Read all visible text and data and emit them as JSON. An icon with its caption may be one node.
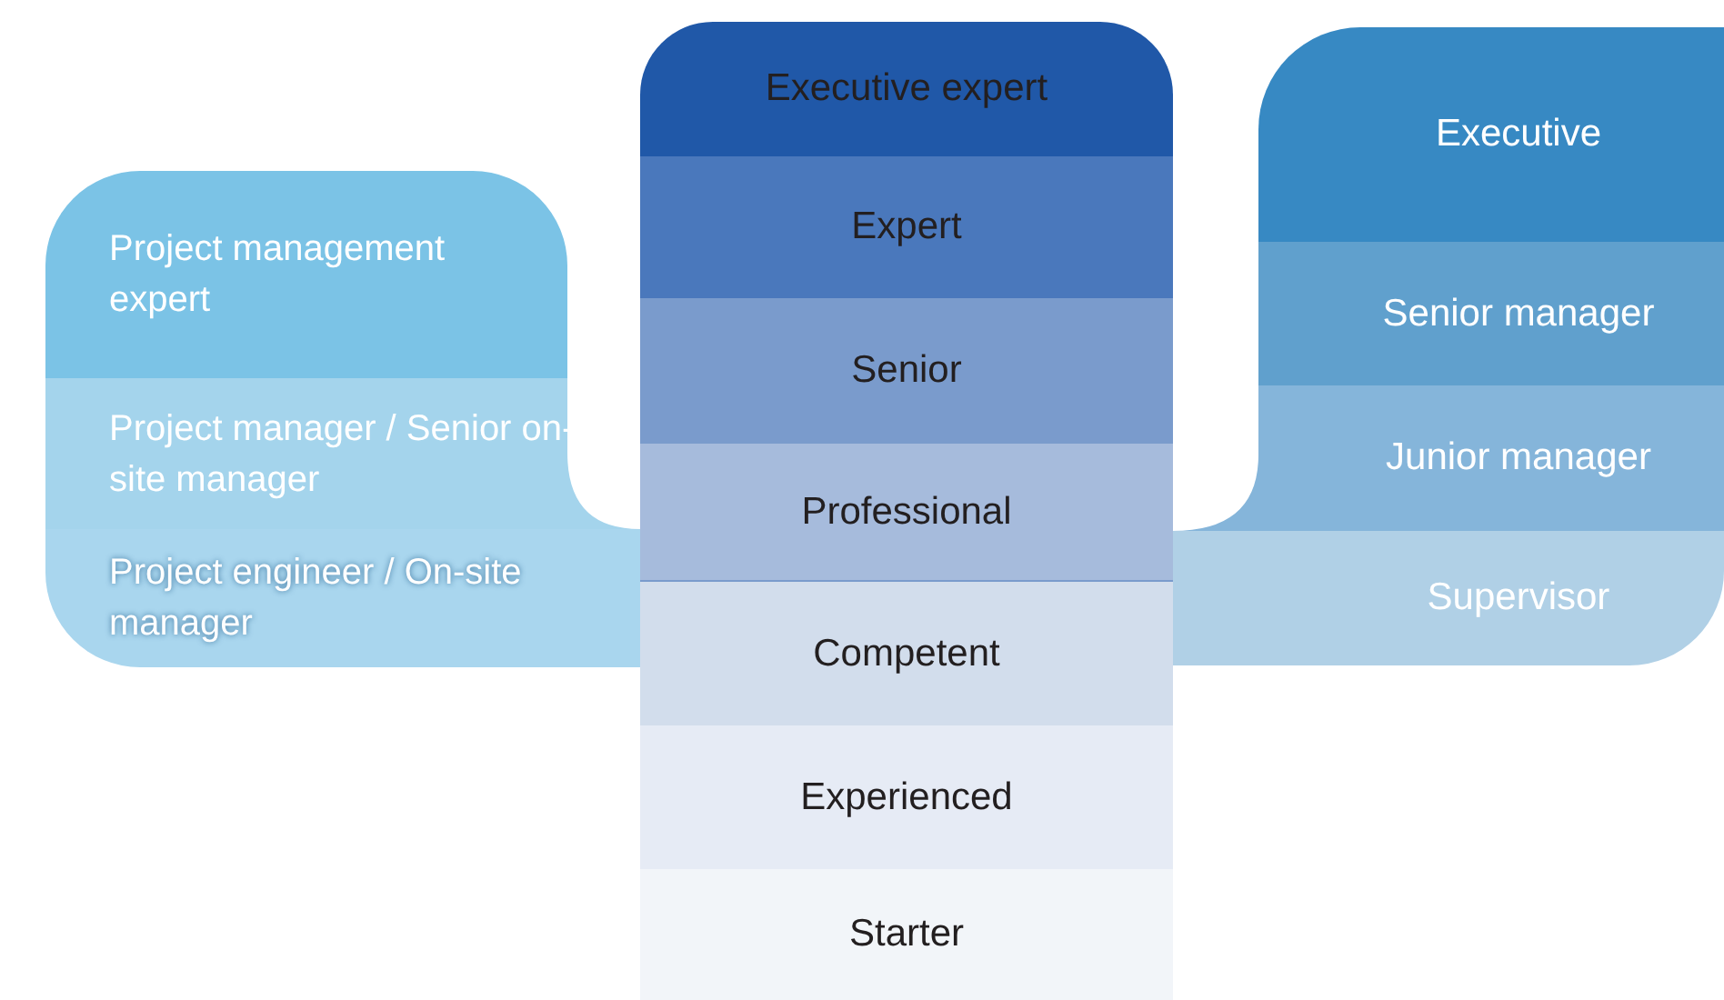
{
  "diagram": {
    "nodes": [
      {
        "text": [
          "Project management expert"
        ]
      },
      {
        "text": [
          "Project manager / Senior on-site manager"
        ]
      },
      {
        "text": [
          "Project engineer / On-site manager"
        ]
      },
      {
        "text": [
          "Executive expert"
        ]
      },
      {
        "text": [
          "Expert"
        ]
      },
      {
        "text": [
          "Senior"
        ]
      },
      {
        "text": [
          "Professional"
        ]
      },
      {
        "text": [
          "Competent"
        ]
      },
      {
        "text": [
          "Experienced"
        ]
      },
      {
        "text": [
          "Starter"
        ]
      },
      {
        "text": [
          "Executive"
        ]
      },
      {
        "text": [
          "Senior manager"
        ]
      },
      {
        "text": [
          "Junior manager"
        ]
      },
      {
        "text": [
          "Supervisor"
        ]
      }
    ]
  }
}
